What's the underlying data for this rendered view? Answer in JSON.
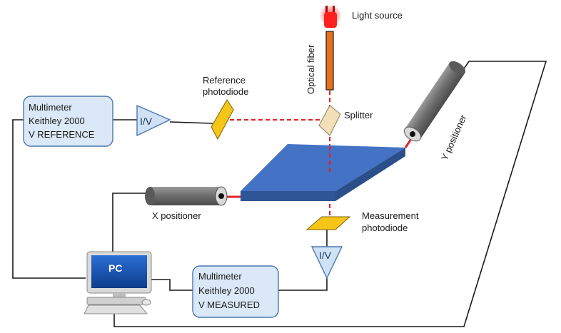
{
  "labels": {
    "light_source": "Light source",
    "optical_fiber": "Optical fiber",
    "reference_photodiode": [
      "Reference",
      "photodiode"
    ],
    "splitter": "Splitter",
    "y_positioner": "Y positioner",
    "x_positioner": "X positioner",
    "measurement_photodiode": [
      "Measurement",
      "photodiode"
    ],
    "pc": "PC",
    "iv": "I/V"
  },
  "multimeter_reference": [
    "Multimeter",
    "Keithley 2000",
    "V REFERENCE"
  ],
  "multimeter_measured": [
    "Multimeter",
    "Keithley 2000",
    "V MEASURED"
  ],
  "colors": {
    "box_fill": "#dbe8f7",
    "box_stroke": "#4a78b0",
    "stage_top": "#4472c4",
    "stage_side": "#2f5597",
    "photodiode": "#f5c518",
    "splitter": "#f3dfb8",
    "fiber": "#e8701a",
    "beam": "#e0242a",
    "triangle_fill": "#cfe1f5"
  }
}
